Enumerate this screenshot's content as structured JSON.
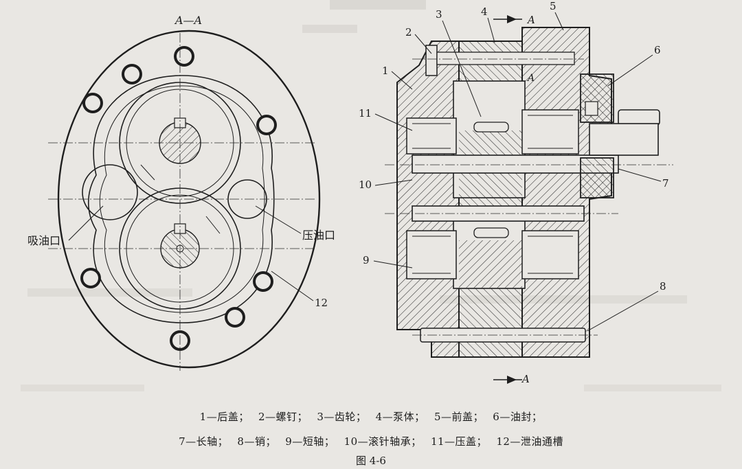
{
  "section_label": "A—A",
  "section_marker": "A",
  "callouts": [
    "1",
    "2",
    "3",
    "4",
    "5",
    "6",
    "7",
    "8",
    "9",
    "10",
    "11",
    "12"
  ],
  "port_labels": {
    "suction": "吸油口",
    "discharge": "压油口"
  },
  "legend_row1": [
    "1—后盖；",
    "2—螺钉；",
    "3—齿轮；",
    "4—泵体；",
    "5—前盖；",
    "6—油封；"
  ],
  "legend_row2": [
    "7—长轴；",
    "8—销；",
    "9—短轴；",
    "10—滚针轴承；",
    "11—压盖；",
    "12—泄油通槽"
  ],
  "caption": "图 4-6"
}
